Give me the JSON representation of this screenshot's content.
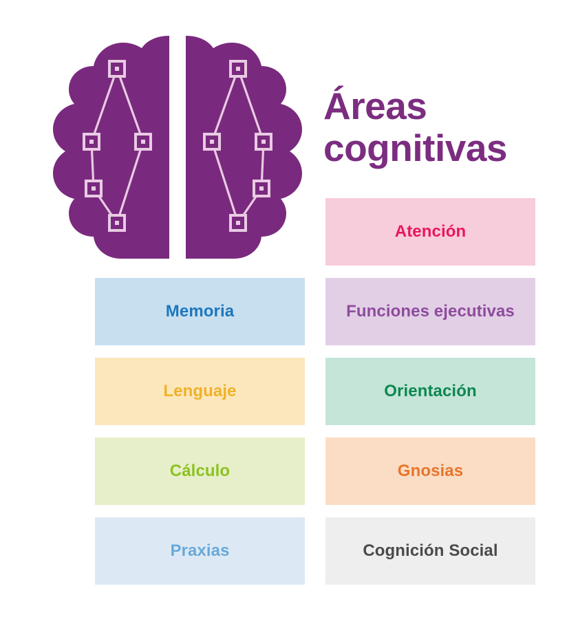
{
  "page": {
    "background": "#ffffff",
    "title": "Áreas\ncognitivas",
    "title_line_1": "Áreas",
    "title_line_2": "cognitivas",
    "title_color": "#7b2d80"
  },
  "illustration": {
    "name": "brain-network-illustration",
    "brain_color": "#7a2a7e",
    "node_color": "#e9cbe4",
    "hemispheres": 2,
    "nodes_per_hemisphere": 5
  },
  "areas": {
    "columns": 2,
    "rows": [
      {
        "left": null,
        "right": {
          "label": "Atención",
          "bg": "#f7ccdb",
          "fg": "#e8175d"
        }
      },
      {
        "left": {
          "label": "Memoria",
          "bg": "#c8dff0",
          "fg": "#1e77bd"
        },
        "right": {
          "label": "Funciones ejecutivas",
          "bg": "#e2cfe6",
          "fg": "#8e4b9c"
        }
      },
      {
        "left": {
          "label": "Lenguaje",
          "bg": "#fce7bd",
          "fg": "#efb229"
        },
        "right": {
          "label": "Orientación",
          "bg": "#c4e5d7",
          "fg": "#0e8750"
        }
      },
      {
        "left": {
          "label": "Cálculo",
          "bg": "#e6efc9",
          "fg": "#8dc122"
        },
        "right": {
          "label": "Gnosias",
          "bg": "#fbddc5",
          "fg": "#e8752b"
        }
      },
      {
        "left": {
          "label": "Praxias",
          "bg": "#dce9f4",
          "fg": "#6aa9d8"
        },
        "right": {
          "label": "Cognición Social",
          "bg": "#eeeeee",
          "fg": "#4a4a4a"
        }
      }
    ]
  }
}
